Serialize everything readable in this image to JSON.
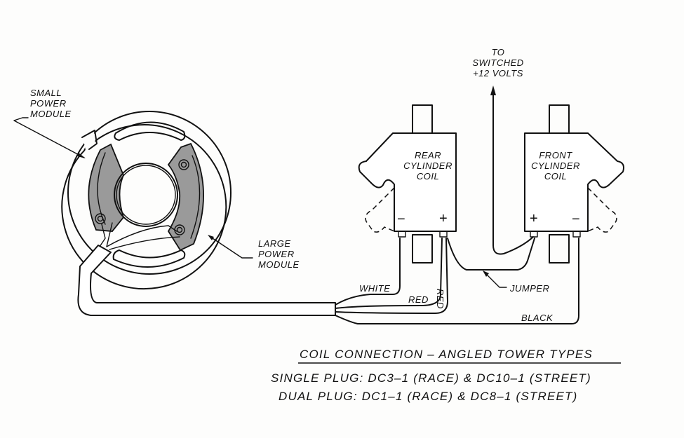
{
  "diagram": {
    "type": "wiring-diagram",
    "labels": {
      "small_power_module": [
        "SMALL",
        "POWER",
        "MODULE"
      ],
      "large_power_module": [
        "LARGE",
        "POWER",
        "MODULE"
      ],
      "switched_power": [
        "TO",
        "SWITCHED",
        "+12 VOLTS"
      ],
      "rear_coil": [
        "REAR",
        "CYLINDER",
        "COIL"
      ],
      "front_coil": [
        "FRONT",
        "CYLINDER",
        "COIL"
      ],
      "jumper": "JUMPER"
    },
    "terminals": {
      "rear_minus": "−",
      "rear_plus": "+",
      "front_plus": "+",
      "front_minus": "−"
    },
    "wires": [
      {
        "color_name": "WHITE",
        "from": "module",
        "to": "rear coil −"
      },
      {
        "color_name": "RED",
        "from": "module",
        "to": "rear coil +"
      },
      {
        "color_name": "RED",
        "from": "module",
        "to": "rear coil +"
      },
      {
        "color_name": "BLACK",
        "from": "module",
        "to": "front coil −"
      }
    ],
    "caption": {
      "title": "COIL CONNECTION  –  ANGLED TOWER TYPES",
      "line1": "SINGLE PLUG:  DC3–1  (RACE)  &  DC10–1  (STREET)",
      "line2": "DUAL PLUG:  DC1–1  (RACE)  &  DC8–1  (STREET)"
    }
  }
}
